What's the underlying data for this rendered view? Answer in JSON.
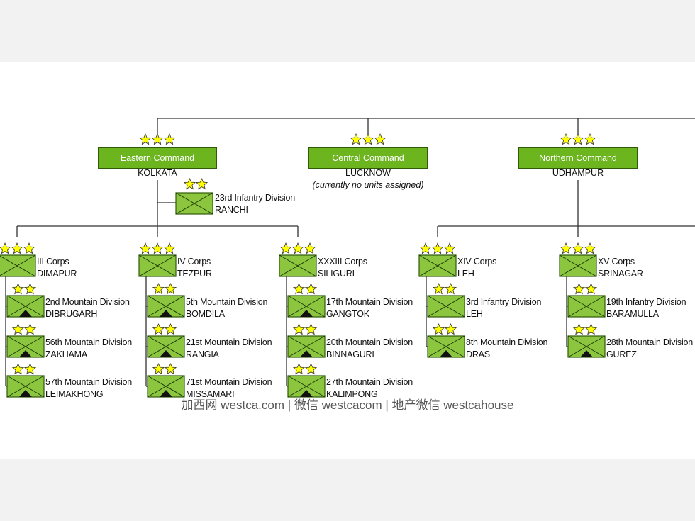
{
  "colors": {
    "command_fill": "#6cb51f",
    "unit_fill": "#8cc63f",
    "line": "#333333",
    "star": "#ffff00"
  },
  "commands": [
    {
      "name": "Eastern Command",
      "hq": "KOLKATA",
      "note": ""
    },
    {
      "name": "Central Command",
      "hq": "LUCKNOW",
      "note": "(currently no units assigned)"
    },
    {
      "name": "Northern Command",
      "hq": "UDHAMPUR",
      "note": ""
    }
  ],
  "independent_division": {
    "name": "23rd Infantry Division",
    "hq": "RANCHI"
  },
  "corps": [
    {
      "name": "III Corps",
      "hq": "DIMAPUR",
      "divisions": [
        {
          "name": "2nd Mountain Division",
          "hq": "DIBRUGARH",
          "type": "mountain"
        },
        {
          "name": "56th Mountain Division",
          "hq": "ZAKHAMA",
          "type": "mountain"
        },
        {
          "name": "57th Mountain Division",
          "hq": "LEIMAKHONG",
          "type": "mountain"
        }
      ]
    },
    {
      "name": "IV Corps",
      "hq": "TEZPUR",
      "divisions": [
        {
          "name": "5th Mountain Division",
          "hq": "BOMDILA",
          "type": "mountain"
        },
        {
          "name": "21st Mountain Division",
          "hq": "RANGIA",
          "type": "mountain"
        },
        {
          "name": "71st Mountain Division",
          "hq": "MISSAMARI",
          "type": "mountain"
        }
      ]
    },
    {
      "name": "XXXIII Corps",
      "hq": "SILIGURI",
      "divisions": [
        {
          "name": "17th Mountain Division",
          "hq": "GANGTOK",
          "type": "mountain"
        },
        {
          "name": "20th Mountain Division",
          "hq": "BINNAGURI",
          "type": "mountain"
        },
        {
          "name": "27th Mountain Division",
          "hq": "KALIMPONG",
          "type": "mountain"
        }
      ]
    },
    {
      "name": "XIV Corps",
      "hq": "LEH",
      "divisions": [
        {
          "name": "3rd Infantry Division",
          "hq": "LEH",
          "type": "infantry"
        },
        {
          "name": "8th Mountain Division",
          "hq": "DRAS",
          "type": "mountain"
        }
      ]
    },
    {
      "name": "XV Corps",
      "hq": "SRINAGAR",
      "divisions": [
        {
          "name": "19th Infantry Division",
          "hq": "BARAMULLA",
          "type": "infantry"
        },
        {
          "name": "28th Mountain Division",
          "hq": "GUREZ",
          "type": "mountain"
        }
      ]
    }
  ],
  "watermark": "加西网 westca.com | 微信 westcacom | 地产微信 westcahouse"
}
